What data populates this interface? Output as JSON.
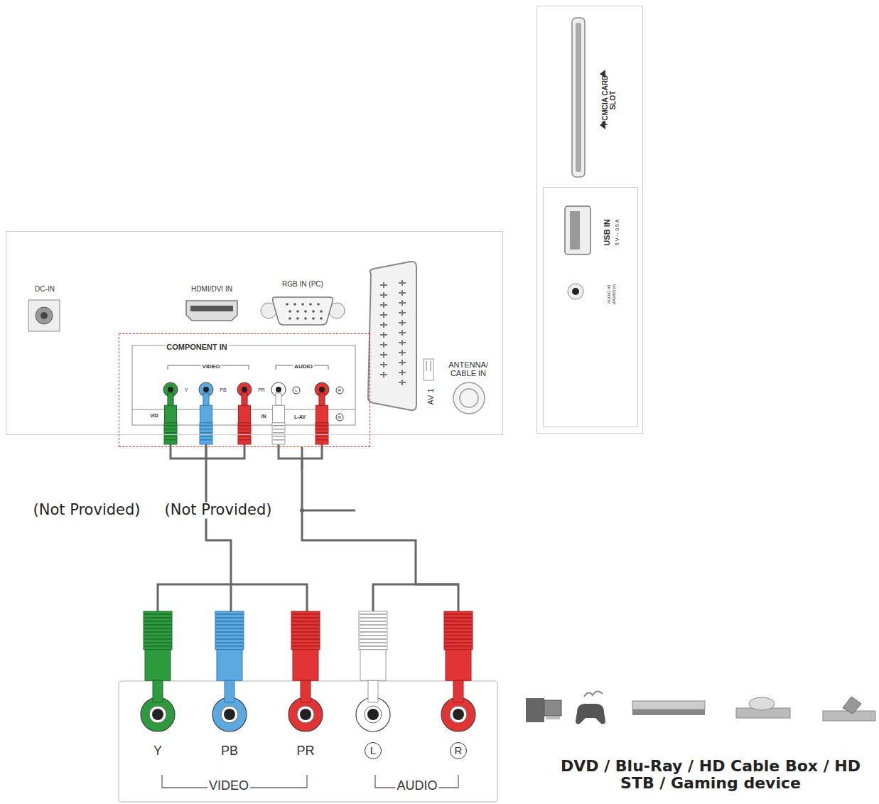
{
  "diagram": {
    "nodes": [
      {
        "text": [
          "DC-IN",
          "HDMI/DVI IN",
          "RGB IN (PC)",
          "AV 1",
          "ANTENNA/ CABLE IN"
        ]
      },
      {
        "text": [
          "COMPONENT IN",
          "VIDEO",
          "AUDIO"
        ],
        "in": 0
      },
      {
        "text": [
          "PCMCIA CARD SLOT"
        ]
      },
      {
        "text": [
          "USB IN",
          "5 V ⎓ 0.5 A",
          "AUDIO IN (RGB/DVI)"
        ],
        "in": 2
      },
      {
        "text": [
          "Y",
          "PB",
          "PR",
          "L",
          "R",
          "VIDEO",
          "AUDIO"
        ]
      }
    ],
    "edges": [
      {
        "from": 4,
        "to": 1,
        "arrow": "none",
        "label": "(Not Provided)"
      },
      {
        "from": 4,
        "to": 1,
        "arrow": "none",
        "label": "(Not Provided)"
      }
    ],
    "labels": [
      "Y",
      "PB",
      "PR",
      "L",
      "R",
      "VID",
      "IN",
      "L-AV",
      "R",
      "DVD / Blu-Ray / HD Cable Box / HD STB / Gaming device"
    ]
  }
}
